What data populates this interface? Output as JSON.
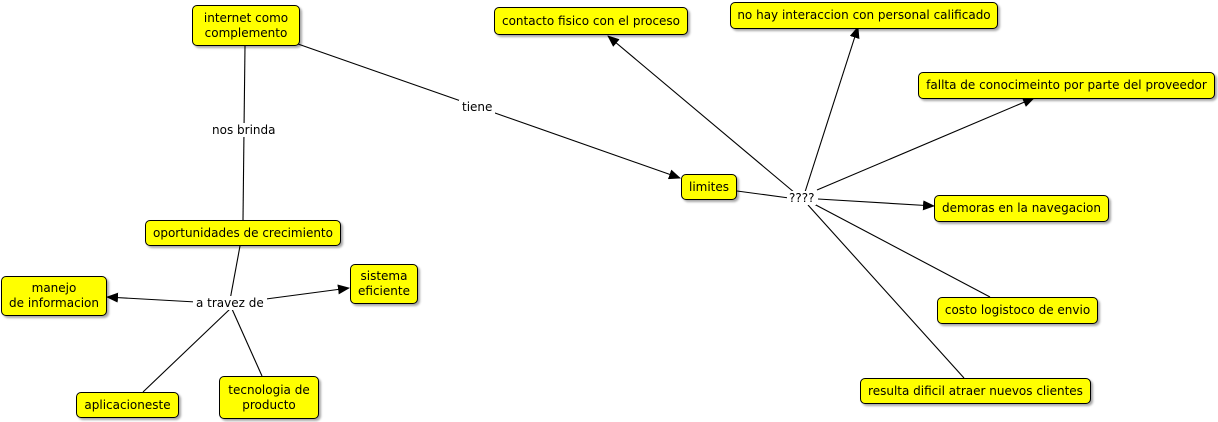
{
  "style": {
    "node_fill": "#ffff00",
    "node_border": "#000000",
    "line_color": "#000000"
  },
  "nodes": {
    "internet": "internet como\ncomplemento",
    "oportunidades": "oportunidades de crecimiento",
    "manejo": "manejo\nde informacion",
    "sistema": "sistema\neficiente",
    "aplicaciones": "aplicacioneste",
    "tecnologia": "tecnologia de\nproducto",
    "limites": "limites",
    "contacto": "contacto fisico con el proceso",
    "no_hay": "no hay interaccion con personal calificado",
    "fallta": "fallta de conocimeinto por parte del proveedor",
    "demoras": "demoras en la navegacion",
    "costo": "costo logistoco de envio",
    "resulta": "resulta dificil atraer nuevos clientes"
  },
  "link_labels": {
    "tiene": "tiene",
    "nos_brinda": "nos brinda",
    "a_travez_de": "a travez de",
    "question": "????"
  }
}
